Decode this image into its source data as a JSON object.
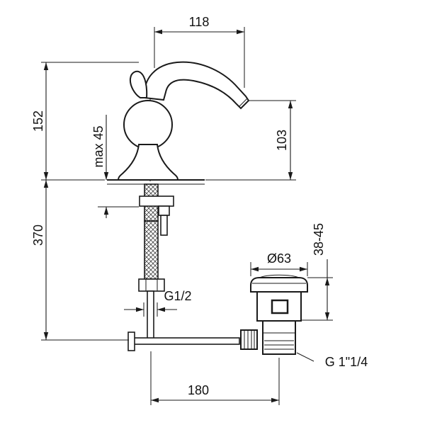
{
  "drawing": {
    "title": "basin-mixer-technical-drawing",
    "labels": {
      "spout_reach": "118",
      "total_height": "152",
      "max_deck": "max 45",
      "outlet_height": "103",
      "hose_length": "370",
      "drain_diameter": "Ø63",
      "drain_deck_range": "38-45",
      "inlet_thread": "G1/2",
      "drain_thread": "G 1\"1/4",
      "centers_distance": "180"
    }
  }
}
